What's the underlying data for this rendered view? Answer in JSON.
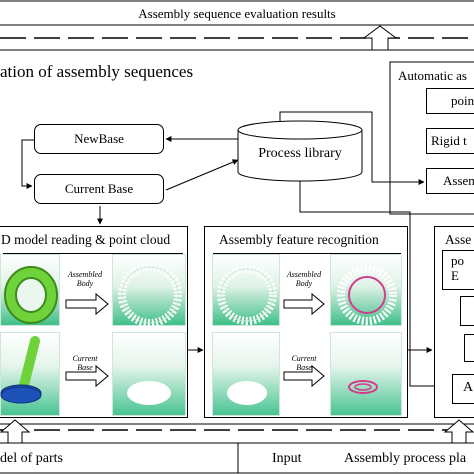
{
  "top_banner": {
    "label": "Assembly sequence evaluation results"
  },
  "main_section": {
    "title": "ation of assembly sequences"
  },
  "bases": {
    "new_base": "NewBase",
    "current_base": "Current Base"
  },
  "process_library": {
    "label": "Process library"
  },
  "right_panel": {
    "title": "Automatic as",
    "items": [
      "poin",
      "Rigid t",
      "Assem"
    ]
  },
  "stage1": {
    "title": "D model reading & point cloud",
    "arrow1_label": "Assembled\nBody",
    "arrow2_label": "Current\nBase"
  },
  "stage2": {
    "title": "Assembly feature recognition",
    "arrow1_label": "Assembled\nBody",
    "arrow2_label": "Current\nBase"
  },
  "stage3": {
    "title": "Asse",
    "inner_label": "po\nE",
    "bottom_label": "A"
  },
  "bottom_bar": {
    "model_label": "del of parts",
    "input_label": "Input",
    "plan_label": "Assembly process pla"
  },
  "colors": {
    "line": "#000000",
    "gear_green": "#6fd23a",
    "shaft_blue": "#1d52b8",
    "panel_green": "#3fbf88",
    "highlight": "#d23c8c"
  }
}
